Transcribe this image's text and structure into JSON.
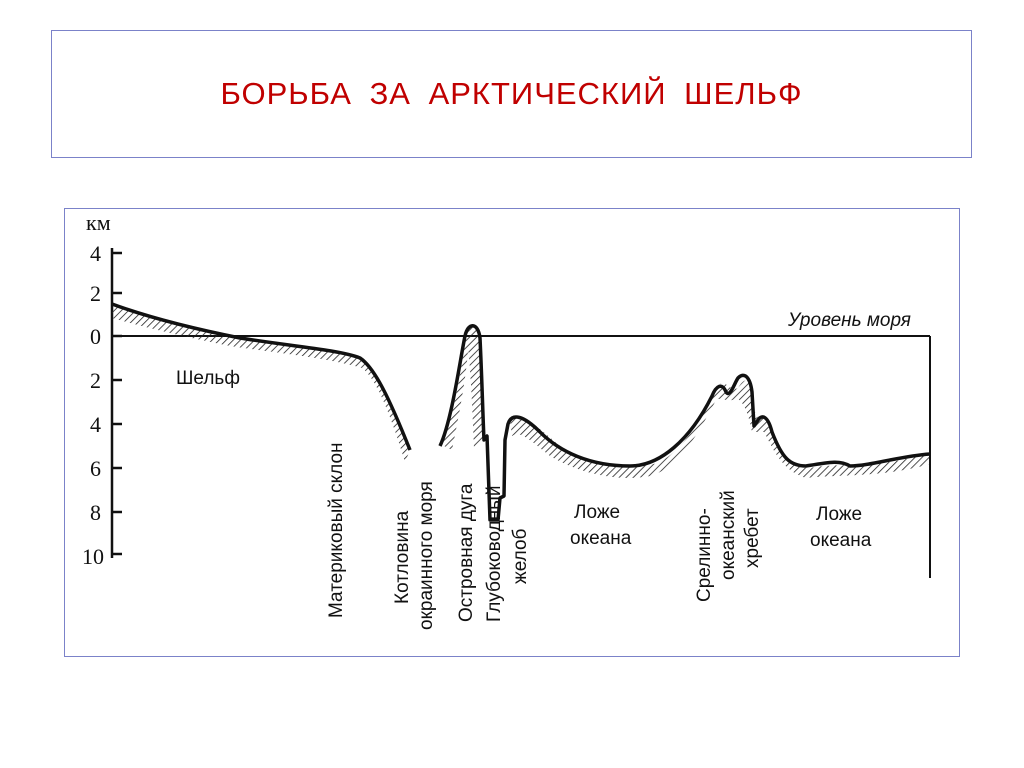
{
  "slide": {
    "title": "БОРЬБА ЗА АРКТИЧЕСКИЙ ШЕЛЬФ"
  },
  "diagram": {
    "y_axis": {
      "unit": "км",
      "ticks_above": [
        "4",
        "2",
        "0"
      ],
      "ticks_below": [
        "2",
        "4",
        "6",
        "8",
        "10"
      ]
    },
    "sea_level_label": "Уровень моря",
    "labels": {
      "shelf": "Шельф",
      "continental_slope": "Материковый склон",
      "marginal_basin_1": "Котловина",
      "marginal_basin_2": "окраинного моря",
      "island_arc": "Островная дуга",
      "trench_1": "Глубоководный",
      "trench_2": "желоб",
      "ocean_floor_left_1": "Ложе",
      "ocean_floor_left_2": "океана",
      "ridge_1": "Срелинно-",
      "ridge_2": "океанский",
      "ridge_3": "хребет",
      "ocean_floor_right_1": "Ложе",
      "ocean_floor_right_2": "океана"
    }
  }
}
